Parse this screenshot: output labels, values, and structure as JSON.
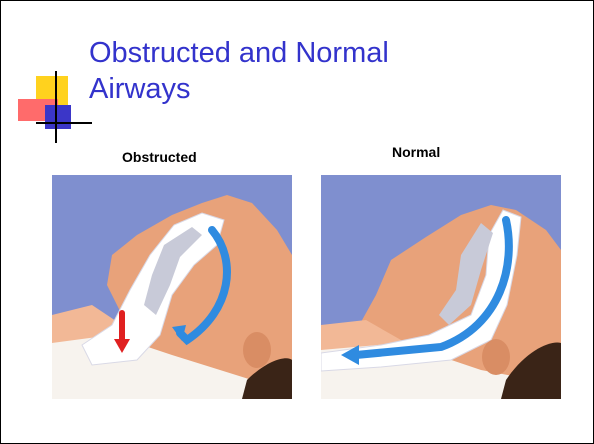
{
  "slide": {
    "title": "Obstructed and Normal\nAirways",
    "left_panel": {
      "caption": "Obstructed"
    },
    "right_panel": {
      "caption": "Normal"
    }
  },
  "colors": {
    "title": "#3333cc",
    "background_sky": "#7f8fcf",
    "skin": "#e8a27a",
    "airway": "#ffffff",
    "airflow_arrow": "#2f8be0",
    "obstruction_arrow": "#e02020"
  }
}
